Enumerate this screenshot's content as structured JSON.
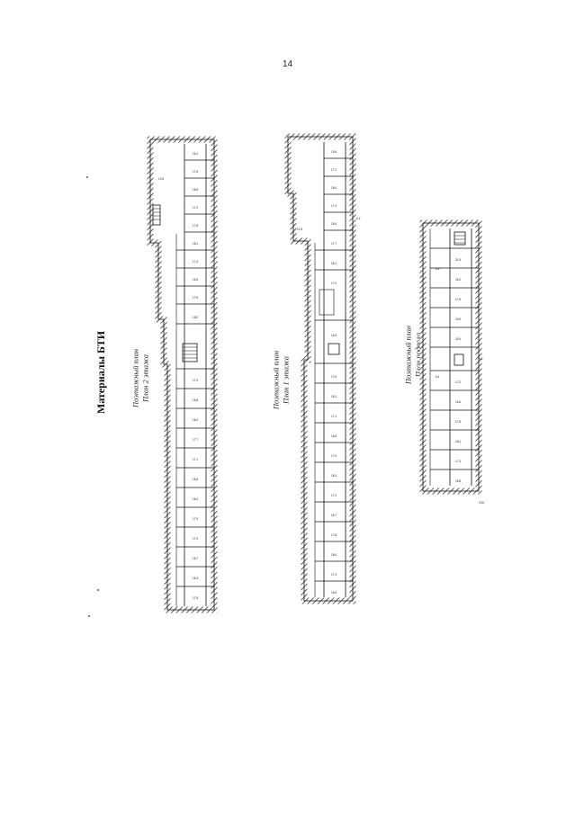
{
  "page_number": "14",
  "heading": "Материалы БТИ",
  "plans": [
    {
      "caption_line1": "Поэтажный план",
      "caption_line2": "План 2 этажа"
    },
    {
      "caption_line1": "Поэтажный план",
      "caption_line2": "План 1 этажа"
    },
    {
      "caption_line1": "Поэтажный план",
      "caption_line2": "План подвала"
    }
  ],
  "colors": {
    "ink": "#111111",
    "paper": "#ffffff",
    "hatch": "#444444"
  }
}
